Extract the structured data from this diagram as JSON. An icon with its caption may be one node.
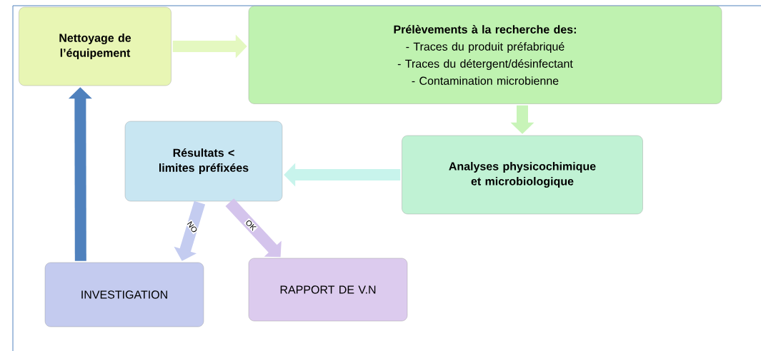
{
  "diagram": {
    "nodes": [
      {
        "text": [
          "Nettoyage de l’équipement"
        ]
      },
      {
        "text": [
          "Prélèvements à la recherche des:",
          "- Traces du produit préfabriqué",
          "- Traces du détergent/désinfectant",
          "- Contamination microbienne"
        ]
      },
      {
        "text": [
          "Analyses physicochimique et microbiologique"
        ]
      },
      {
        "text": [
          "Résultats < limites préfixées"
        ]
      },
      {
        "text": [
          "INVESTIGATION"
        ]
      },
      {
        "text": [
          "RAPPORT DE V.N"
        ]
      }
    ],
    "edges": [
      {
        "from": 0,
        "to": 1,
        "arrow": "to",
        "color": "#e4f8c0"
      },
      {
        "from": 1,
        "to": 2,
        "arrow": "to",
        "color": "#c8f4b8"
      },
      {
        "from": 2,
        "to": 3,
        "arrow": "to",
        "color": "#c8f4ec"
      },
      {
        "from": 3,
        "to": 4,
        "label": "NO",
        "arrow": "to",
        "color": "#c4ccf0"
      },
      {
        "from": 3,
        "to": 5,
        "label": "OK",
        "arrow": "to",
        "color": "#d4c4ec"
      },
      {
        "from": 4,
        "to": 0,
        "arrow": "to",
        "color": "#4f81bd"
      }
    ]
  }
}
